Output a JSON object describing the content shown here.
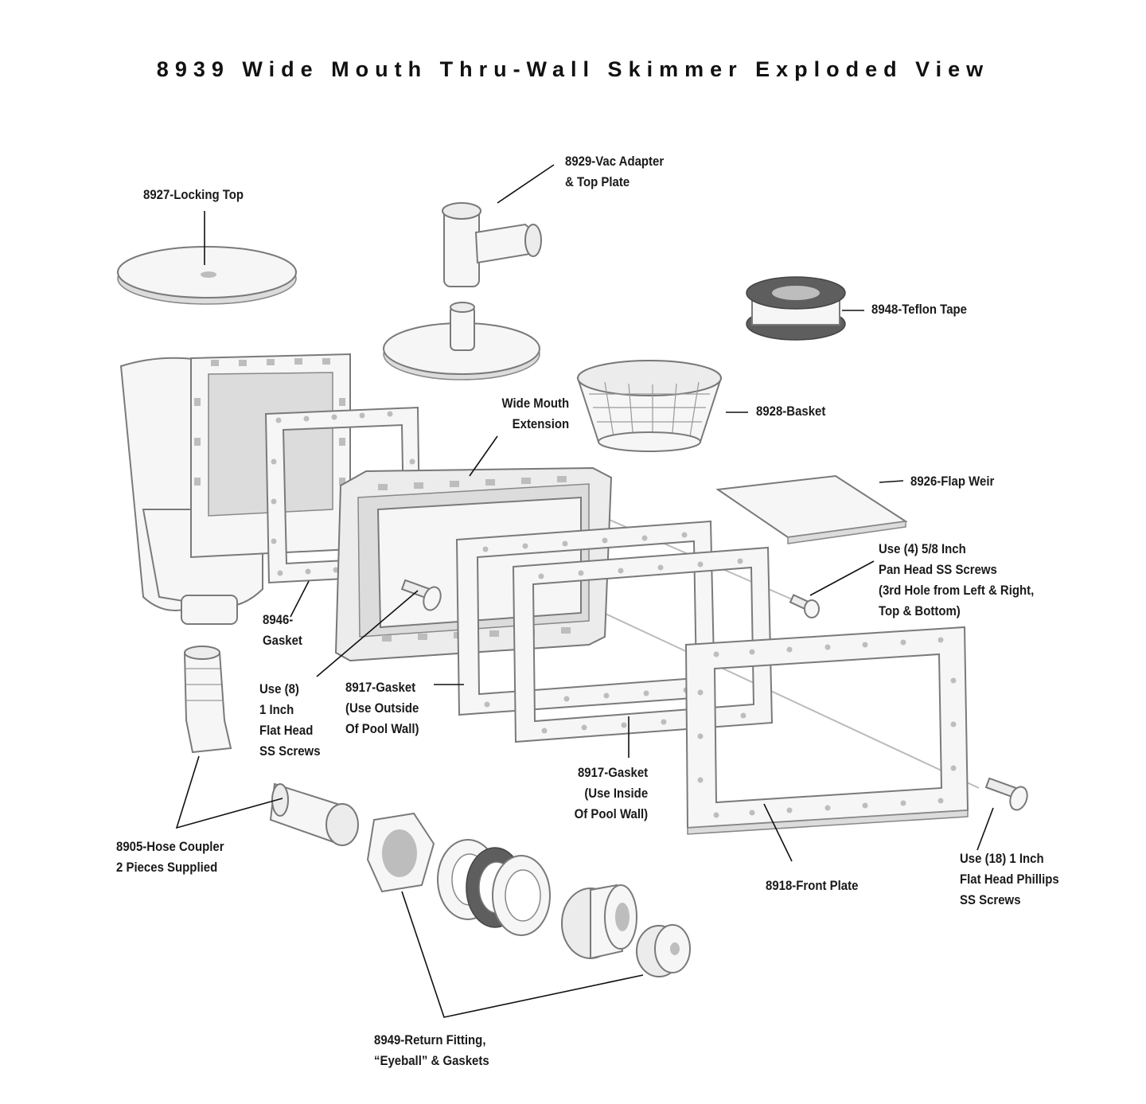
{
  "title": "8939 Wide Mouth Thru-Wall Skimmer Exploded View",
  "labels": {
    "locking_top": [
      "8927-Locking Top"
    ],
    "vac_adapter": [
      "8929-Vac Adapter",
      "& Top Plate"
    ],
    "teflon_tape": [
      "8948-Teflon Tape"
    ],
    "basket": [
      "8928-Basket"
    ],
    "wide_mouth": [
      "Wide Mouth",
      "Extension"
    ],
    "flap_weir": [
      "8926-Flap Weir"
    ],
    "pan_screws": [
      "Use (4) 5/8 Inch",
      "Pan Head SS Screws",
      "(3rd Hole from Left & Right,",
      "Top & Bottom)"
    ],
    "gasket_8946": [
      "8946-",
      "Gasket"
    ],
    "flat_screws_8": [
      "Use (8)",
      "1 Inch",
      "Flat Head",
      "SS Screws"
    ],
    "gasket_outside": [
      "8917-Gasket",
      "(Use Outside",
      "Of Pool Wall)"
    ],
    "gasket_inside": [
      "8917-Gasket",
      "(Use Inside",
      "Of Pool Wall)"
    ],
    "hose_coupler": [
      "8905-Hose Coupler",
      "2 Pieces Supplied"
    ],
    "front_plate": [
      "8918-Front Plate"
    ],
    "phillips_screws": [
      "Use (18) 1 Inch",
      "Flat Head Phillips",
      "SS Screws"
    ],
    "return_fitting": [
      "8949-Return Fitting,",
      "“Eyeball” & Gaskets"
    ]
  }
}
